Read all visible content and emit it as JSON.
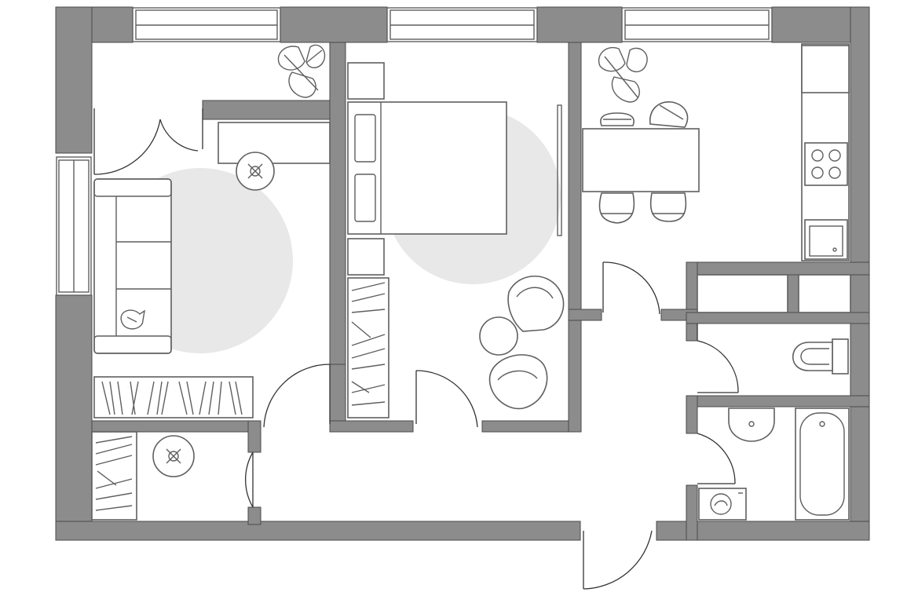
{
  "plan": {
    "rooms": [
      {
        "key": "living",
        "items": [
          "sofa",
          "cat",
          "desk",
          "stool",
          "bookshelf",
          "plant",
          "rug"
        ]
      },
      {
        "key": "bedroom",
        "items": [
          "double-bed",
          "nightstand-top",
          "nightstand-bottom",
          "wardrobe",
          "armchair",
          "armchair",
          "coffee-table",
          "rug"
        ]
      },
      {
        "key": "kitchen",
        "items": [
          "dining-table",
          "chairs",
          "plant",
          "fridge",
          "stove",
          "sink"
        ]
      },
      {
        "key": "hall",
        "items": [
          "wardrobe",
          "stool",
          "entrance-door"
        ]
      },
      {
        "key": "wc",
        "items": [
          "toilet"
        ]
      },
      {
        "key": "bathroom",
        "items": [
          "bathtub",
          "washbasin",
          "washing-machine"
        ]
      },
      {
        "key": "storage",
        "items": [
          "shelf",
          "shelf"
        ]
      }
    ],
    "colors": {
      "wall": "#8c8c8c",
      "line": "#5f5f5f",
      "rug": "#e8e8e8",
      "background": "#ffffff"
    }
  }
}
